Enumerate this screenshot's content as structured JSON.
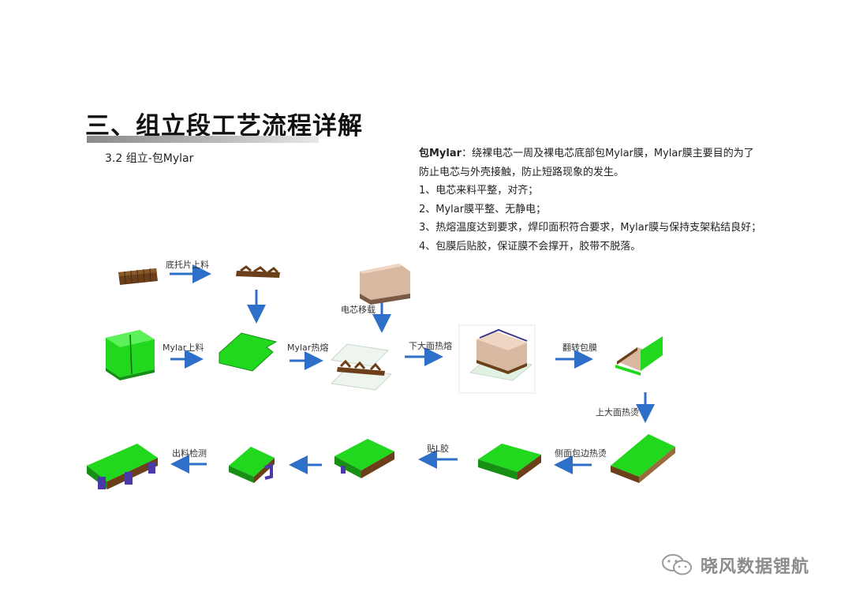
{
  "header": {
    "title": "三、组立段工艺流程详解",
    "subtitle": "3.2 组立-包Mylar"
  },
  "description": {
    "lead": "包Mylar",
    "lead_rest": "：绕裸电芯一周及裸电芯底部包Mylar膜，Mylar膜主要目的为了",
    "line2": "防止电芯与外壳接触，防止短路现象的发生。",
    "items": [
      "1、电芯来料平整，对齐；",
      "2、Mylar膜平整、无静电；",
      "3、热熔温度达到要求，焊印面积符合要求，Mylar膜与保持支架粘结良好；",
      "4、包膜后贴胶，保证膜不会撑开，胶带不脱落。"
    ]
  },
  "process_labels": {
    "bottom_tray_loading": "底托片上料",
    "cell_transfer": "电芯移载",
    "mylar_loading": "Mylar上料",
    "mylar_hot_melt": "Mylar热熔",
    "lower_face_hot_melt": "下大面热熔",
    "flip_wrap": "翻转包膜",
    "upper_face_hot_iron": "上大面热烫",
    "side_edge_hot_iron": "侧面包边热烫",
    "apply_l_tape": "贴L胶",
    "unload_inspect": "出料检测"
  },
  "branding": {
    "account_name": "晓风数据锂航",
    "icon": "wechat-icon"
  },
  "colors": {
    "mylar_green": "#22d81f",
    "arrow_blue": "#2e6fc9",
    "holder_brown": "#6b3f1a",
    "cell_tan": "#d8b8a0"
  }
}
